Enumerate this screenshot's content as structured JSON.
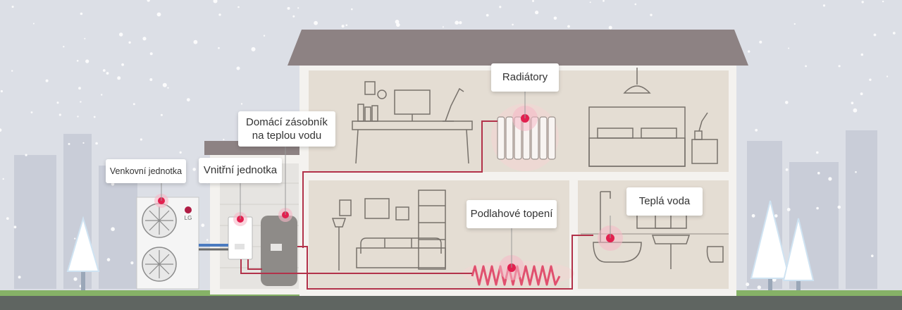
{
  "labels": {
    "outdoor_unit": "Venkovní jednotka",
    "indoor_unit": "Vnitřní jednotka",
    "tank_line1": "Domácí zásobník",
    "tank_line2": "na teplou vodu",
    "radiators": "Radiátory",
    "floor_heating": "Podlahové topení",
    "hot_water": "Teplá voda",
    "brand": "LG"
  },
  "colors": {
    "sky": "#dcdfe6",
    "roof": "#8d8283",
    "wall": "#efe9e1",
    "room": "#e4ddd3",
    "ground": "#86b267",
    "soil": "#5f6561",
    "pipe": "#b2324a",
    "marker": "#e2204f",
    "line_art": "#77716b"
  }
}
